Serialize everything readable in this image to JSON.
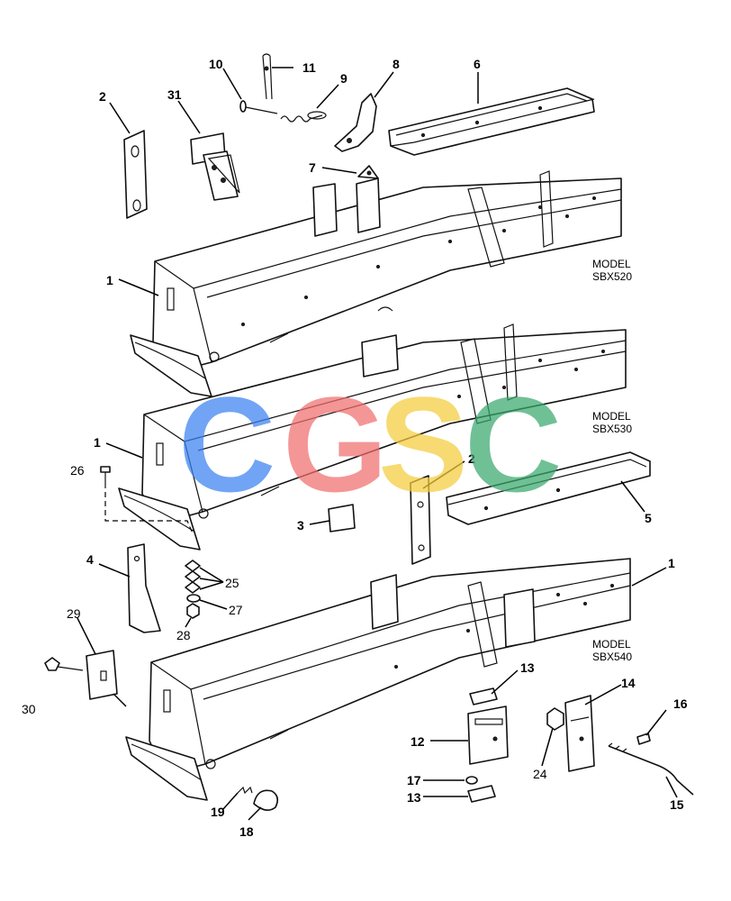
{
  "callouts": [
    {
      "id": "c10",
      "text": "10",
      "bold": true
    },
    {
      "id": "c11",
      "text": "11",
      "bold": true
    },
    {
      "id": "c9",
      "text": "9",
      "bold": true
    },
    {
      "id": "c8",
      "text": "8",
      "bold": true
    },
    {
      "id": "c6",
      "text": "6",
      "bold": true
    },
    {
      "id": "c2a",
      "text": "2",
      "bold": true
    },
    {
      "id": "c31",
      "text": "31",
      "bold": true
    },
    {
      "id": "c7",
      "text": "7",
      "bold": true
    },
    {
      "id": "c1a",
      "text": "1",
      "bold": true
    },
    {
      "id": "c1b",
      "text": "1",
      "bold": true
    },
    {
      "id": "c26",
      "text": "26",
      "bold": false
    },
    {
      "id": "c2b",
      "text": "2",
      "bold": true
    },
    {
      "id": "c5",
      "text": "5",
      "bold": true
    },
    {
      "id": "c3",
      "text": "3",
      "bold": true
    },
    {
      "id": "c4",
      "text": "4",
      "bold": true
    },
    {
      "id": "c25",
      "text": "25",
      "bold": false
    },
    {
      "id": "c27",
      "text": "27",
      "bold": false
    },
    {
      "id": "c28",
      "text": "28",
      "bold": false
    },
    {
      "id": "c1c",
      "text": "1",
      "bold": true
    },
    {
      "id": "c29",
      "text": "29",
      "bold": false
    },
    {
      "id": "c30",
      "text": "30",
      "bold": false
    },
    {
      "id": "c13a",
      "text": "13",
      "bold": true
    },
    {
      "id": "c14",
      "text": "14",
      "bold": true
    },
    {
      "id": "c16",
      "text": "16",
      "bold": true
    },
    {
      "id": "c12",
      "text": "12",
      "bold": true
    },
    {
      "id": "c24",
      "text": "24",
      "bold": false
    },
    {
      "id": "c17",
      "text": "17",
      "bold": true
    },
    {
      "id": "c13b",
      "text": "13",
      "bold": true
    },
    {
      "id": "c15",
      "text": "15",
      "bold": true
    },
    {
      "id": "c19",
      "text": "19",
      "bold": true
    },
    {
      "id": "c18",
      "text": "18",
      "bold": true
    }
  ],
  "models": [
    {
      "line1": "MODEL",
      "line2": "SBX520"
    },
    {
      "line1": "MODEL",
      "line2": "SBX530"
    },
    {
      "line1": "MODEL",
      "line2": "SBX540"
    }
  ],
  "watermark": {
    "letters": [
      "C",
      "G",
      "S",
      "C"
    ],
    "colors": [
      "#3b82f0",
      "#f06e6e",
      "#f5cc3c",
      "#3aa86e"
    ]
  }
}
